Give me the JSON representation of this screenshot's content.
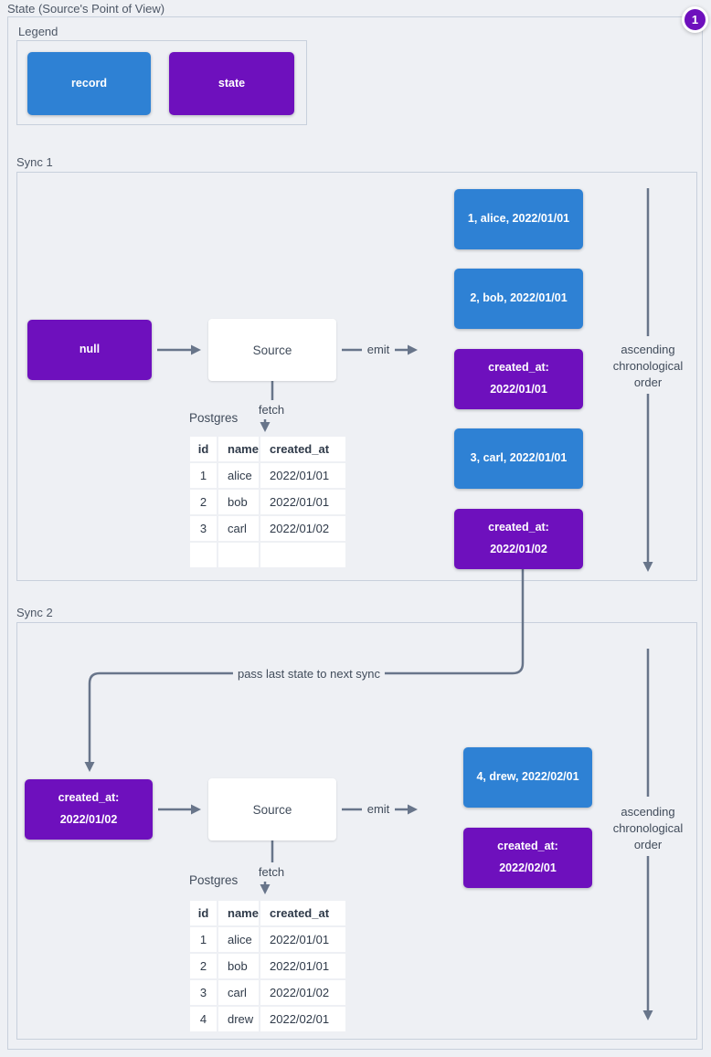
{
  "title": "State (Source's Point of View)",
  "badge": "1",
  "colors": {
    "record": "#2e81d4",
    "state": "#6e10bd",
    "arrow": "#68758a"
  },
  "legend": {
    "label": "Legend",
    "record_label": "record",
    "state_label": "state"
  },
  "connector_label": "pass last state to next sync",
  "sync1": {
    "label": "Sync 1",
    "input_state": "null",
    "source_label": "Source",
    "emit_label": "emit",
    "fetch_label": "fetch",
    "database_label": "Postgres",
    "order_label": "ascending chronological order",
    "table": {
      "headers": [
        "id",
        "name",
        "created_at"
      ],
      "rows": [
        [
          "1",
          "alice",
          "2022/01/01"
        ],
        [
          "2",
          "bob",
          "2022/01/01"
        ],
        [
          "3",
          "carl",
          "2022/01/02"
        ],
        [
          "",
          "",
          ""
        ]
      ]
    },
    "emitted": [
      {
        "kind": "record",
        "lines": [
          "1, alice, 2022/01/01"
        ]
      },
      {
        "kind": "record",
        "lines": [
          "2, bob, 2022/01/01"
        ]
      },
      {
        "kind": "state",
        "lines": [
          "created_at:",
          "2022/01/01"
        ]
      },
      {
        "kind": "record",
        "lines": [
          "3, carl, 2022/01/01"
        ]
      },
      {
        "kind": "state",
        "lines": [
          "created_at:",
          "2022/01/02"
        ]
      }
    ]
  },
  "sync2": {
    "label": "Sync 2",
    "input_state_lines": [
      "created_at:",
      "2022/01/02"
    ],
    "source_label": "Source",
    "emit_label": "emit",
    "fetch_label": "fetch",
    "database_label": "Postgres",
    "order_label": "ascending chronological order",
    "table": {
      "headers": [
        "id",
        "name",
        "created_at"
      ],
      "rows": [
        [
          "1",
          "alice",
          "2022/01/01"
        ],
        [
          "2",
          "bob",
          "2022/01/01"
        ],
        [
          "3",
          "carl",
          "2022/01/02"
        ],
        [
          "4",
          "drew",
          "2022/02/01"
        ]
      ]
    },
    "emitted": [
      {
        "kind": "record",
        "lines": [
          "4, drew, 2022/02/01"
        ]
      },
      {
        "kind": "state",
        "lines": [
          "created_at:",
          "2022/02/01"
        ]
      }
    ]
  }
}
